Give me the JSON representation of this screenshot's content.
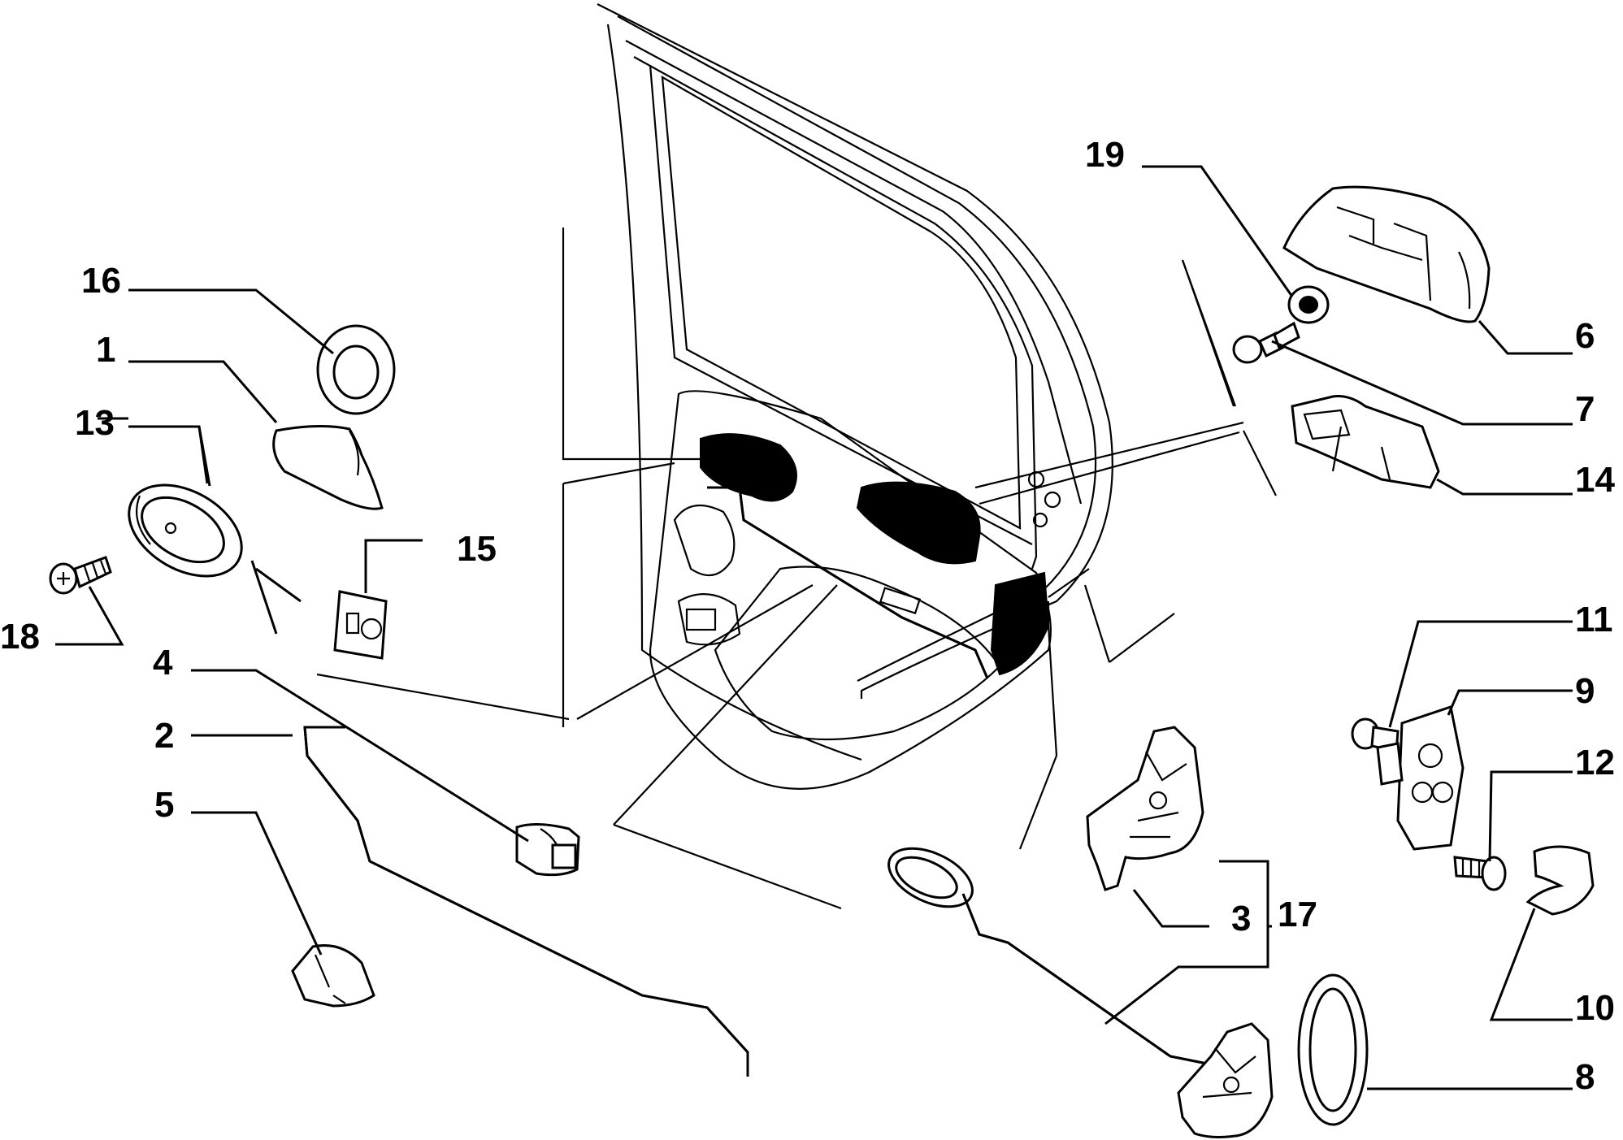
{
  "diagram": {
    "labels": [
      {
        "id": "16",
        "text": "16"
      },
      {
        "id": "1",
        "text": "1"
      },
      {
        "id": "13",
        "text": "13"
      },
      {
        "id": "18",
        "text": "18"
      },
      {
        "id": "15",
        "text": "15"
      },
      {
        "id": "4",
        "text": "4"
      },
      {
        "id": "2",
        "text": "2"
      },
      {
        "id": "5",
        "text": "5"
      },
      {
        "id": "19",
        "text": "19"
      },
      {
        "id": "6",
        "text": "6"
      },
      {
        "id": "7",
        "text": "7"
      },
      {
        "id": "14",
        "text": "14"
      },
      {
        "id": "11",
        "text": "11"
      },
      {
        "id": "9",
        "text": "9"
      },
      {
        "id": "12",
        "text": "12"
      },
      {
        "id": "10",
        "text": "10"
      },
      {
        "id": "8",
        "text": "8"
      },
      {
        "id": "3",
        "text": "3"
      },
      {
        "id": "17",
        "text": "17"
      }
    ]
  }
}
